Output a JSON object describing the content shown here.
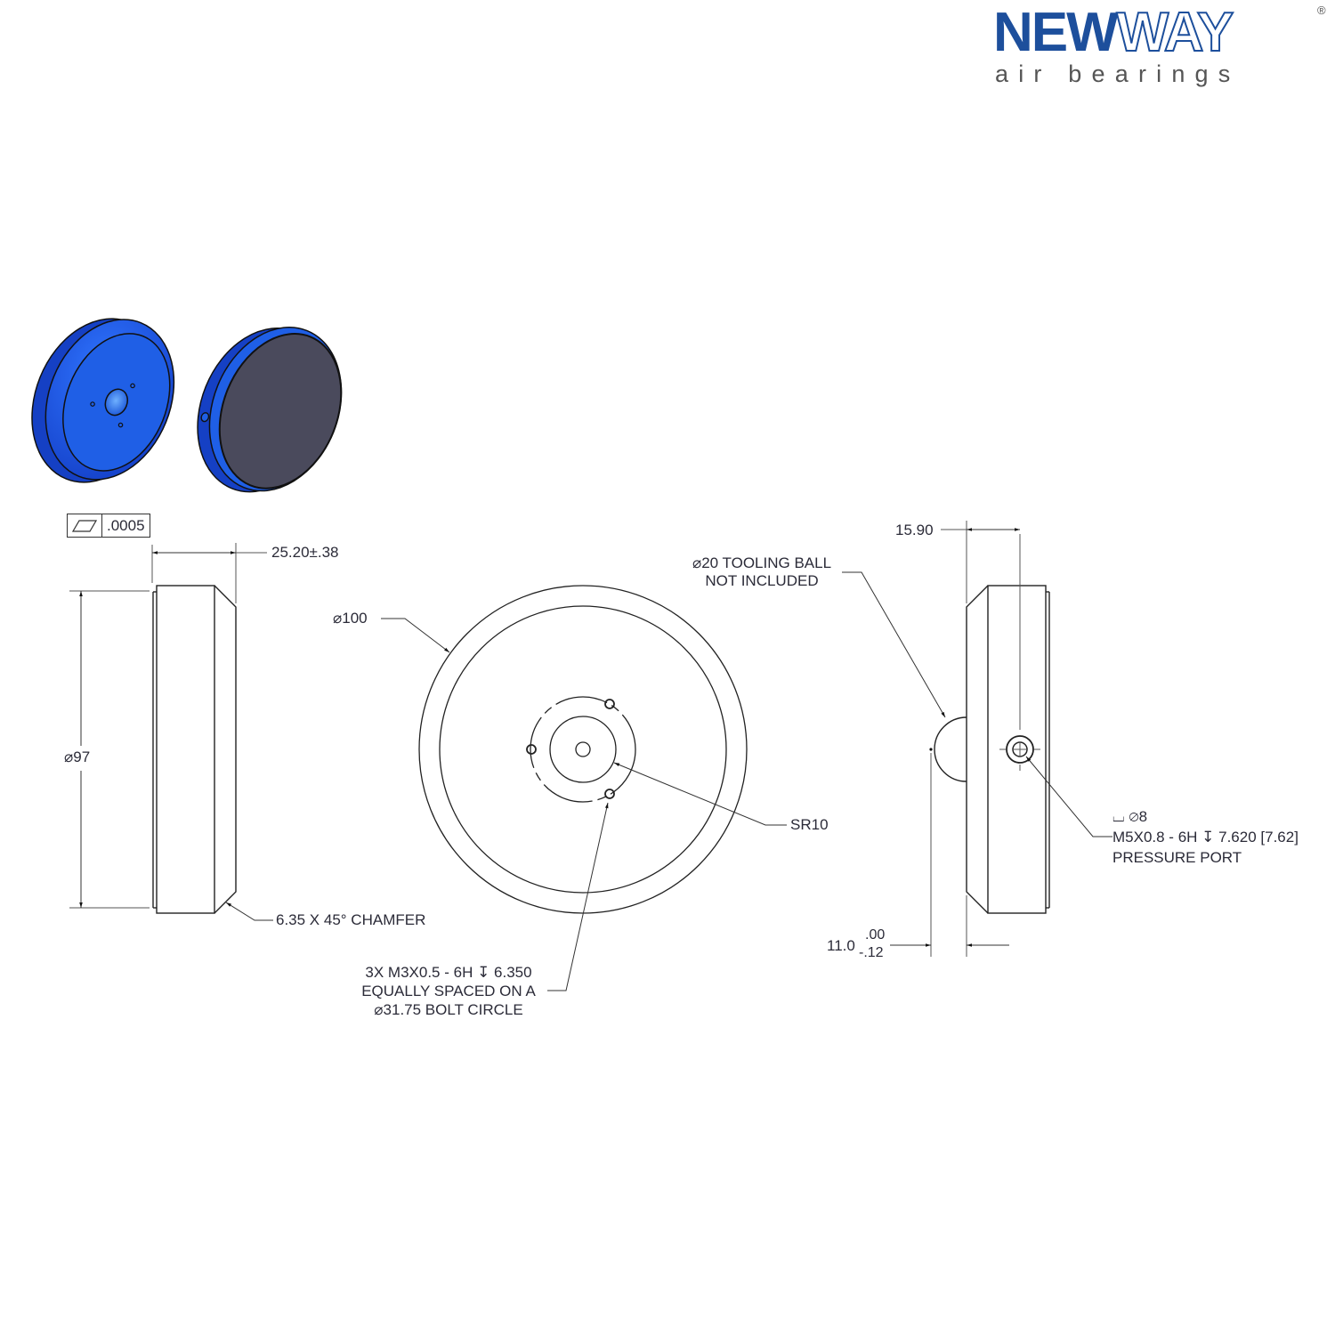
{
  "logo": {
    "brand_part1": "NEW",
    "brand_part2": "WAY",
    "registered": "®",
    "tagline": "air bearings",
    "brand_color": "#1d4f9c"
  },
  "views": {
    "isometric": {
      "left_view": "front-face-with-tooling-ball-seat-and-3-holes",
      "right_view": "porous-bearing-face",
      "body_color": "#1f5fe6",
      "face_color": "#4a4a5c"
    }
  },
  "side_view_left": {
    "flatness_callout": {
      "symbol": "flatness-icon",
      "tolerance": ".0005"
    },
    "thickness_dim": "25.20±.38",
    "diameter_dim": "⌀97",
    "chamfer_note": "6.35 X 45° CHAMFER"
  },
  "front_view": {
    "outer_diameter": "⌀100",
    "sr_label": "SR10",
    "tooling_ball_note": {
      "line1": "⌀20 TOOLING BALL",
      "line2": "NOT INCLUDED"
    },
    "bolt_hole_note": {
      "line1": "3X M3X0.5 - 6H ↧ 6.350",
      "line2": "EQUALLY SPACED ON A",
      "line3": "⌀31.75 BOLT CIRCLE"
    }
  },
  "side_view_right": {
    "offset_dim": "15.90",
    "height_dim": {
      "base": "11.0",
      "upper_tol": ".00",
      "lower_tol": "-.12"
    },
    "port_note": {
      "line1": "⌴ ⌀8",
      "line2": "M5X0.8 - 6H ↧ 7.620",
      "line2_alt": "[7.62]",
      "line3": "PRESSURE PORT"
    }
  }
}
